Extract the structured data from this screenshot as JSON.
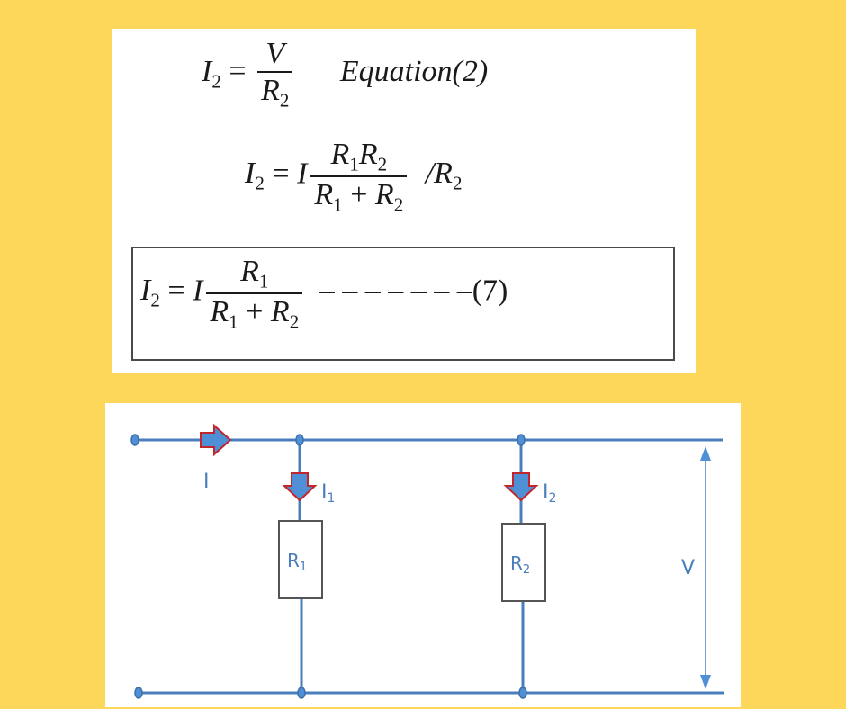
{
  "colors": {
    "background": "#fdd75a",
    "panel": "#ffffff",
    "wire": "#4a7ebb",
    "arrow_fill": "#4f8fd6",
    "arrow_outline": "#c0262c",
    "resistor_outline": "#555555",
    "text": "#1a1a1a"
  },
  "equations": {
    "eq1": {
      "lhs": "I",
      "lhs_sub": "2",
      "eq": "=",
      "num": "V",
      "den": "R",
      "den_sub": "2",
      "label": "Equation(2)"
    },
    "eq2": {
      "lhs": "I",
      "lhs_sub": "2",
      "eq": "=",
      "factor": "I",
      "num_a": "R",
      "num_a_sub": "1",
      "num_b": "R",
      "num_b_sub": "2",
      "den_a": "R",
      "den_a_sub": "1",
      "den_op": "+",
      "den_b": "R",
      "den_b_sub": "2",
      "suffix": "/R",
      "suffix_sub": "2"
    },
    "eq3": {
      "lhs": "I",
      "lhs_sub": "2",
      "eq": "=",
      "factor": "I",
      "num": "R",
      "num_sub": "1",
      "den_a": "R",
      "den_a_sub": "1",
      "den_op": "+",
      "den_b": "R",
      "den_b_sub": "2",
      "dashes": "– – – – – – –",
      "tag": "(7)"
    }
  },
  "circuit": {
    "labels": {
      "total_current": "I",
      "branch1_current": "I",
      "branch1_current_sub": "1",
      "branch2_current": "I",
      "branch2_current_sub": "2",
      "resistor1": "R",
      "resistor1_sub": "1",
      "resistor2": "R",
      "resistor2_sub": "2",
      "voltage": "V"
    }
  }
}
